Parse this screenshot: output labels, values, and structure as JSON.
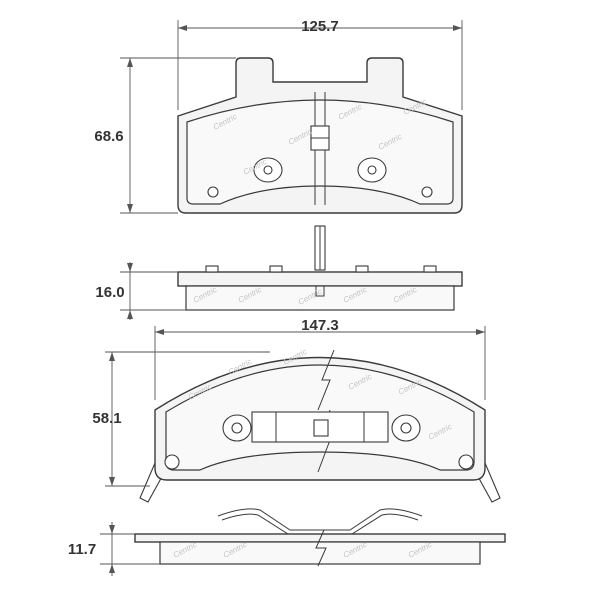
{
  "dimensions": {
    "top_width": "125.7",
    "top_height": "68.6",
    "top_thickness": "16.0",
    "bottom_width": "147.3",
    "bottom_height": "58.1",
    "bottom_thickness": "11.7"
  },
  "watermark": {
    "text": "Centric"
  },
  "colors": {
    "line": "#3a3a3a",
    "dimension_text": "#333333",
    "watermark": "#c4c4c4"
  }
}
